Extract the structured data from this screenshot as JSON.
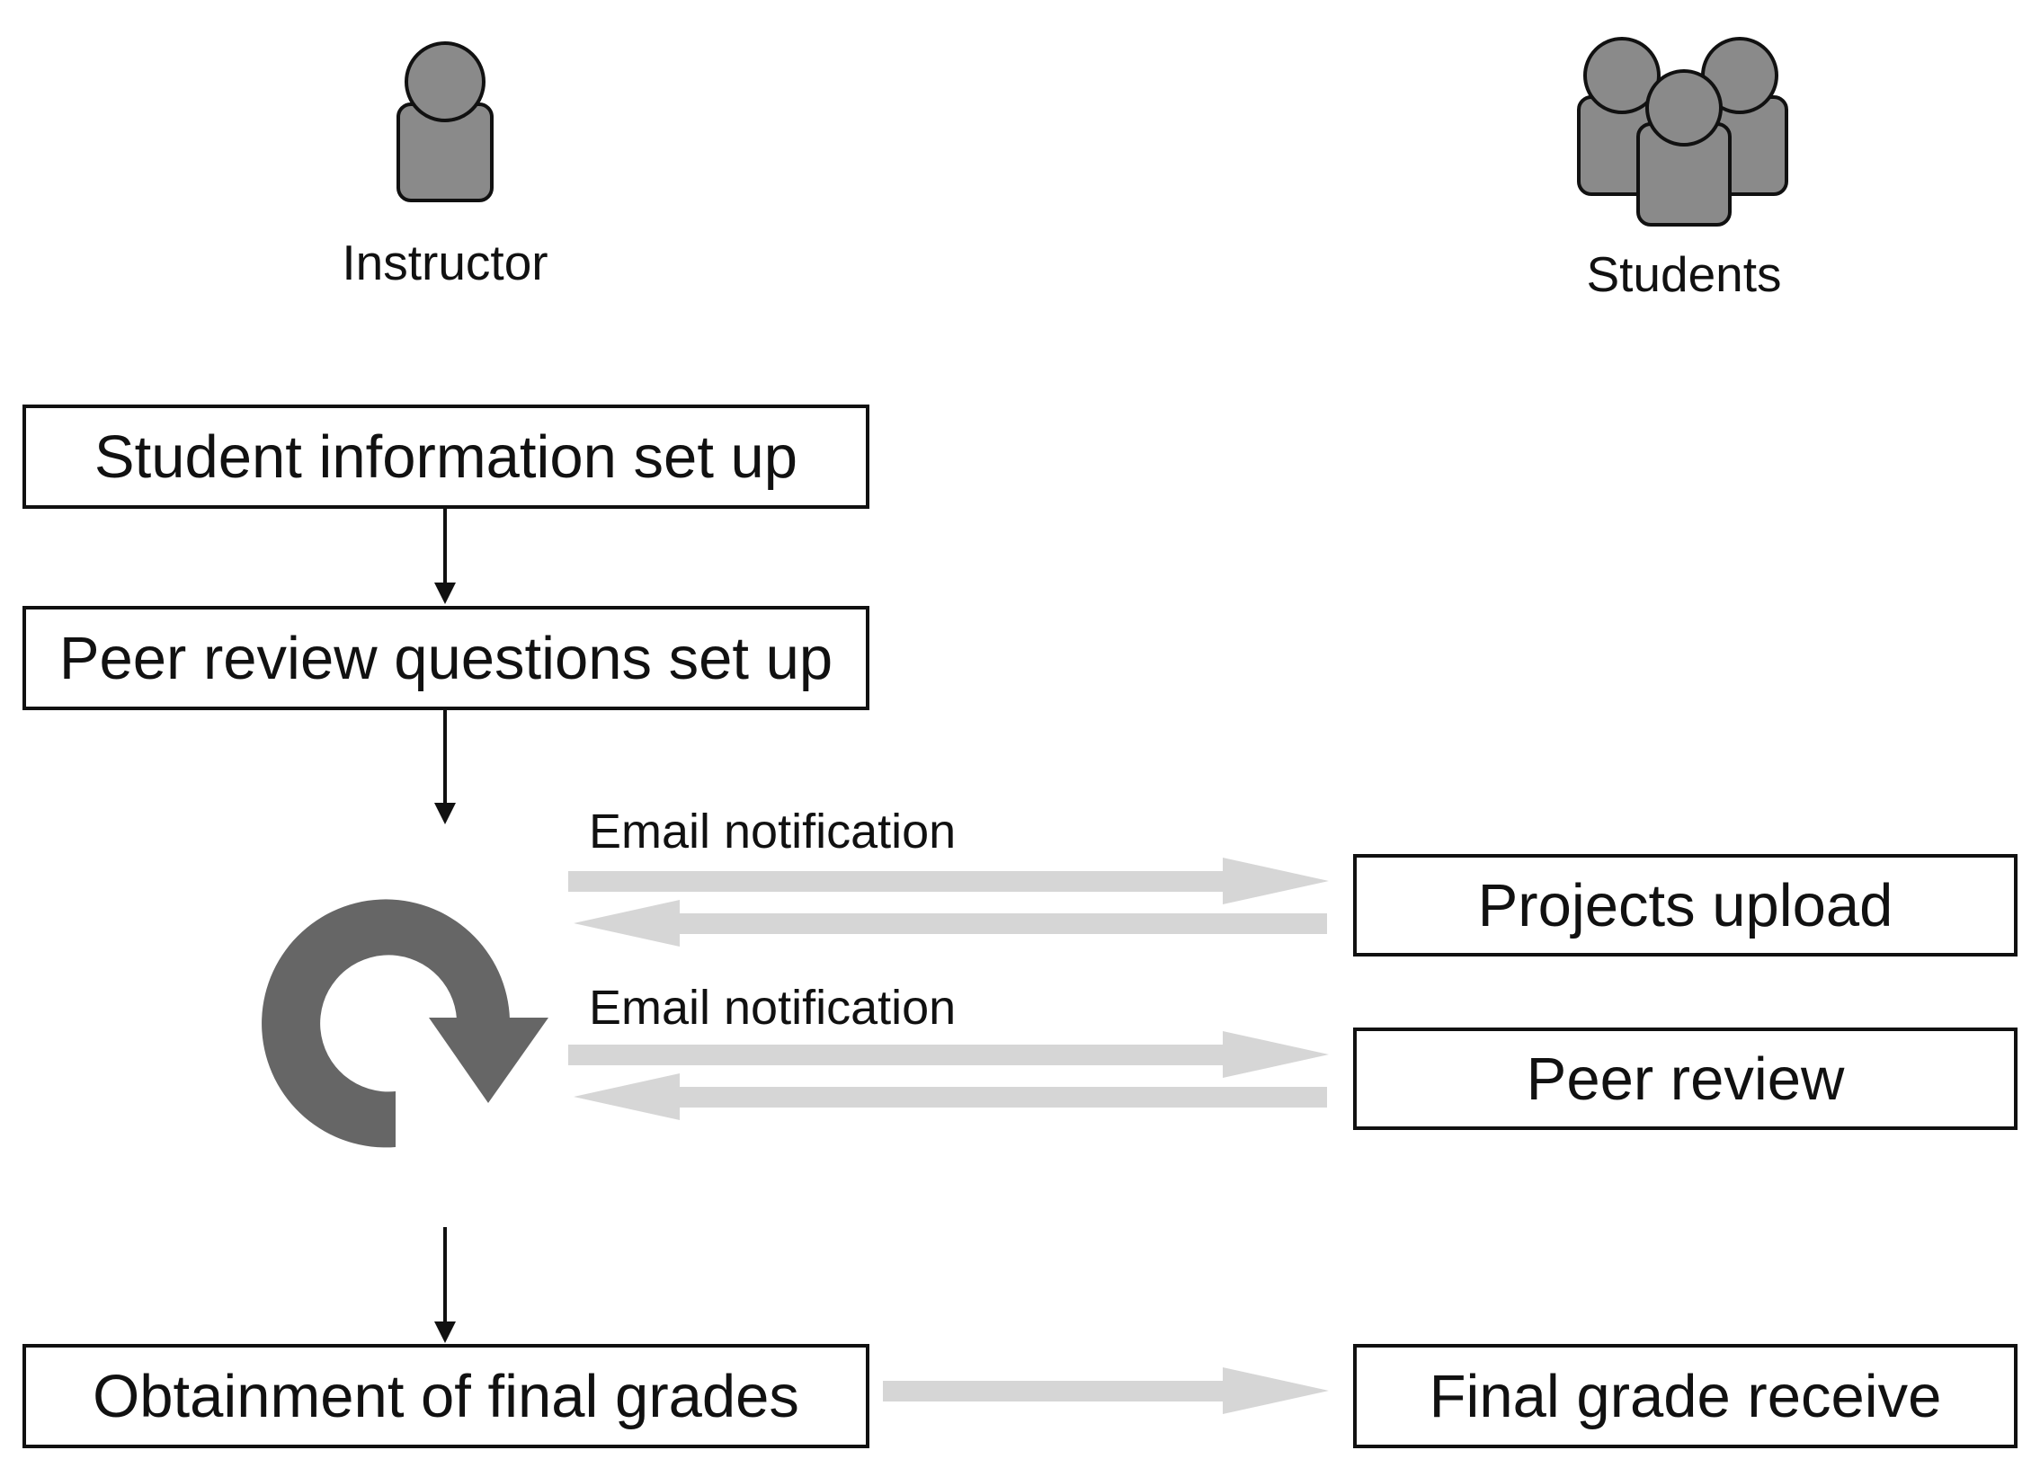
{
  "actors": {
    "instructor": {
      "label": "Instructor",
      "icon": "person-icon"
    },
    "students": {
      "label": "Students",
      "icon": "people-group-icon"
    }
  },
  "instructor_steps": [
    {
      "id": "student-info-setup",
      "label": "Student information set up"
    },
    {
      "id": "peer-review-questions-setup",
      "label": "Peer review questions set up"
    },
    {
      "id": "obtainment-final-grades",
      "label": "Obtainment of final grades"
    }
  ],
  "student_steps": [
    {
      "id": "projects-upload",
      "label": "Projects upload"
    },
    {
      "id": "peer-review",
      "label": "Peer review"
    },
    {
      "id": "final-grade-receive",
      "label": "Final grade receive"
    }
  ],
  "edge_labels": {
    "email_1": "Email notification",
    "email_2": "Email notification"
  },
  "cycle_icon": "cycle-arrow-icon",
  "colors": {
    "box_border": "#111111",
    "text": "#111111",
    "flow_arrow": "#111111",
    "exchange_arrow": "#d6d6d6",
    "cycle": "#666666",
    "person_fill": "#8a8a8a"
  }
}
